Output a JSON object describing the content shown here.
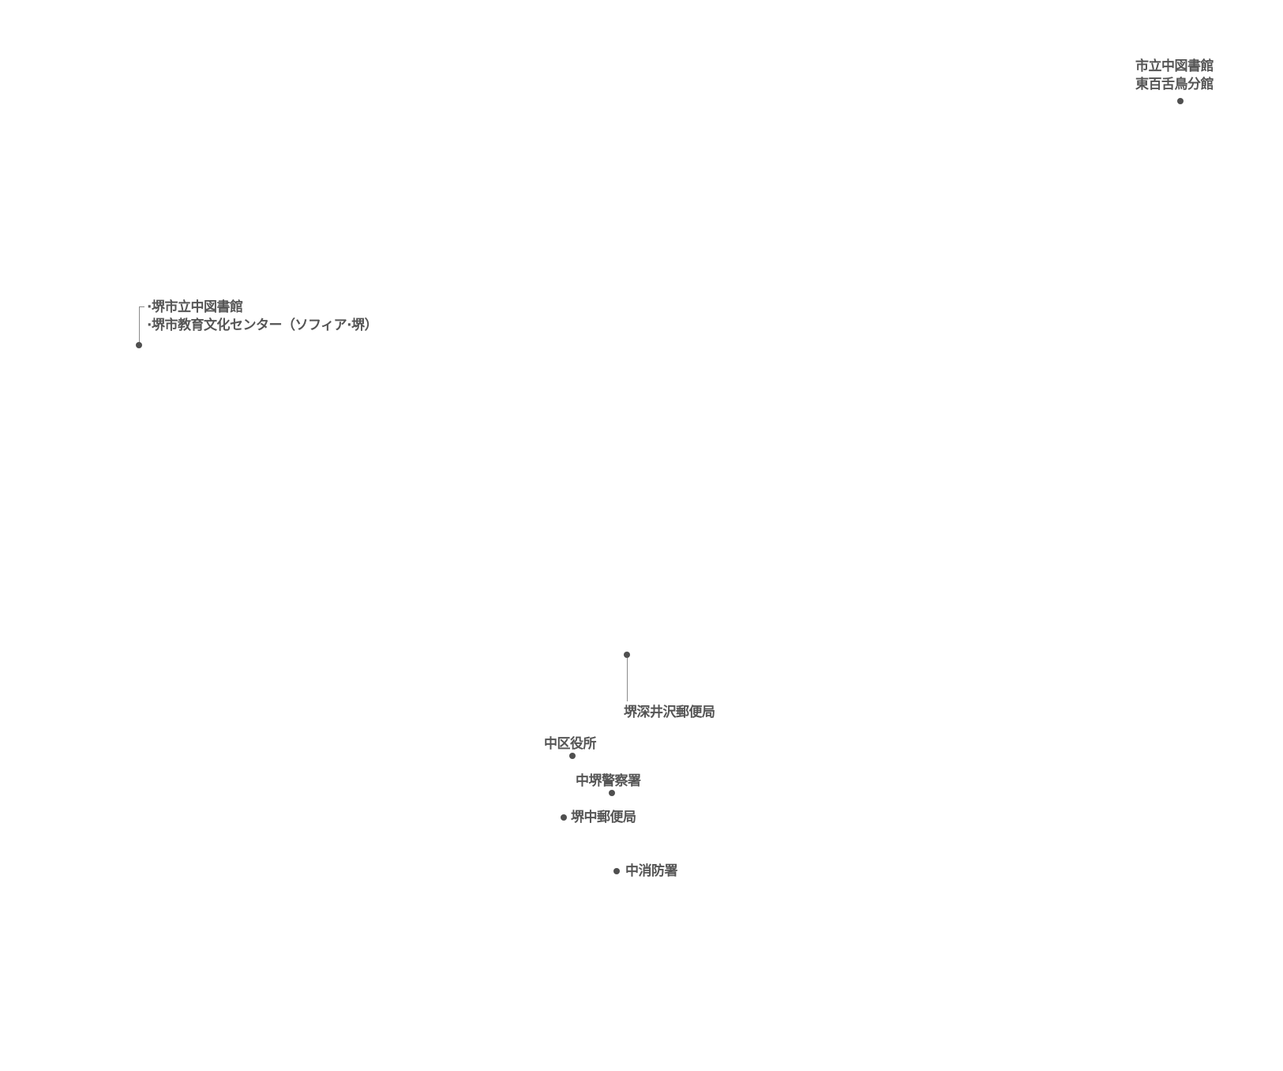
{
  "map": {
    "pois": {
      "higashimozu_library": {
        "label_line1": "市立中図書館",
        "label_line2": "東百舌鳥分館"
      },
      "sakai_central_library": {
        "label_line1": "·堺市立中図書館",
        "label_line2": "·堺市教育文化センター（ソフィア·堺）"
      },
      "fukaisawa_post_office": {
        "label": "堺深井沢郵便局"
      },
      "naka_ward_office": {
        "label": "中区役所"
      },
      "naka_sakai_police": {
        "label": "中堺警察署"
      },
      "sakai_naka_post_office": {
        "label": "堺中郵便局"
      },
      "naka_fire_station": {
        "label": "中消防署"
      }
    }
  }
}
